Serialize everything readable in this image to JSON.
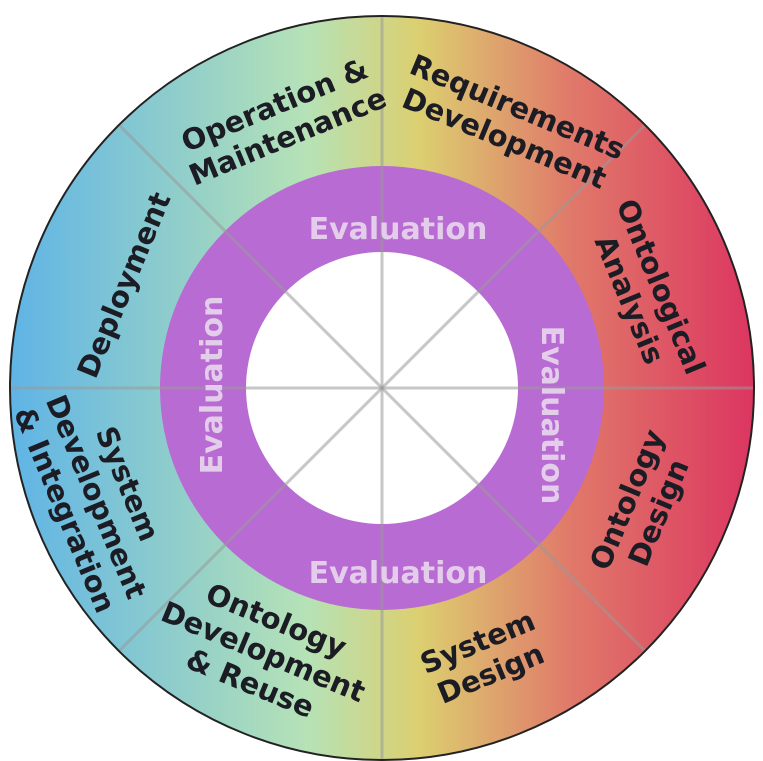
{
  "diagram": {
    "colors": {
      "gradient": [
        "#5fb4e6",
        "#b6e2b6",
        "#dccf70",
        "#e07a6a",
        "#dc3560"
      ],
      "evaluation_ring": "#b86bd2",
      "evaluation_text": "#e3cdea",
      "divider": "#999999",
      "outline": "#222222"
    },
    "segments": [
      {
        "lines": [
          "Requirements",
          "Development"
        ]
      },
      {
        "lines": [
          "Ontological",
          "Analysis"
        ]
      },
      {
        "lines": [
          "Ontology",
          "Design"
        ]
      },
      {
        "lines": [
          "System",
          "Design"
        ]
      },
      {
        "lines": [
          "Ontology",
          "Development",
          "& Reuse"
        ]
      },
      {
        "lines": [
          "System",
          "Development",
          "& Integration"
        ]
      },
      {
        "lines": [
          "Deployment"
        ]
      },
      {
        "lines": [
          "Operation &",
          "Maintenance"
        ]
      }
    ],
    "evaluation": [
      "Evaluation",
      "Evaluation",
      "Evaluation",
      "Evaluation"
    ]
  }
}
